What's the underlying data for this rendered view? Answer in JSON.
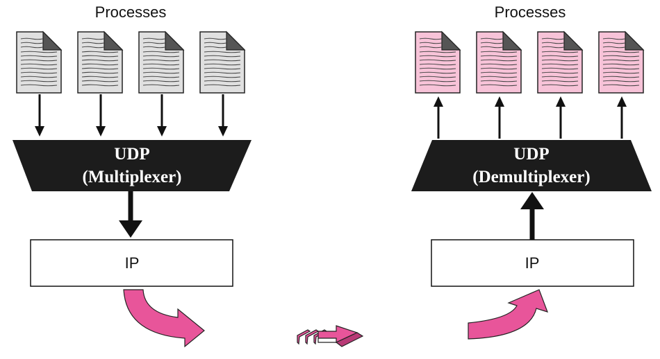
{
  "left": {
    "processes_label": "Processes",
    "udp_title": "UDP",
    "udp_role": "(Multiplexer)",
    "ip_label": "IP",
    "doc_color": "#e0e0e0"
  },
  "right": {
    "processes_label": "Processes",
    "udp_title": "UDP",
    "udp_role": "(Demultiplexer)",
    "ip_label": "IP",
    "doc_color": "#f7c3d8"
  },
  "colors": {
    "udp_fill": "#1c1c1c",
    "accent_magenta": "#e8559a"
  },
  "icons": [
    "document-icon",
    "arrow-down-icon",
    "arrow-up-icon",
    "curved-arrow-icon",
    "packet-stream-icon"
  ]
}
